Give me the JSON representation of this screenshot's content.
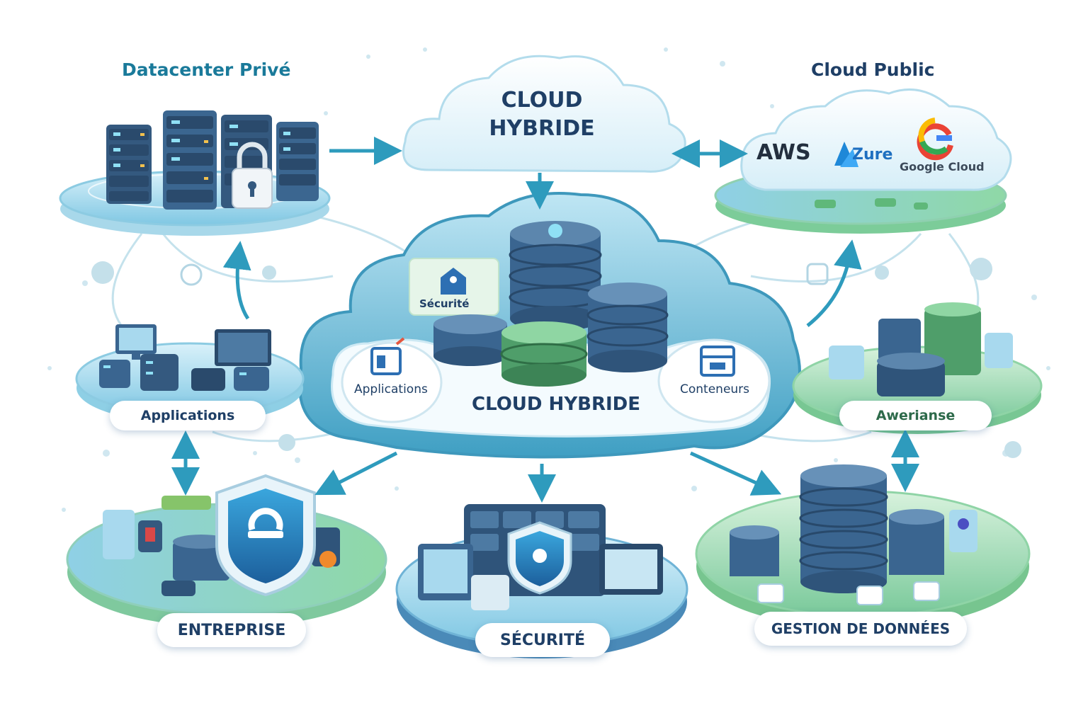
{
  "regions": {
    "private_dc": "Datacenter Privé",
    "public_cloud": "Cloud Public"
  },
  "top_cloud": {
    "line1": "CLOUD",
    "line2": "HYBRIDE"
  },
  "providers": {
    "aws": "AWS",
    "azure": "Zure",
    "google": "Google Cloud"
  },
  "center": {
    "title": "CLOUD HYBRIDE",
    "security_tag": "Sécurité",
    "applications": "Applications",
    "containers": "Conteneurs"
  },
  "platforms": {
    "applications": "Applications",
    "right_middle": "Awerianse",
    "enterprise": "ENTREPRISE",
    "security": "SÉCURITÉ",
    "data_management": "GESTION DE DONNÉES"
  },
  "colors": {
    "teal": "#1a7a9a",
    "navy": "#1f3f66",
    "server": "#34597f",
    "green": "#5fb87a",
    "sky": "#6fc3de"
  }
}
